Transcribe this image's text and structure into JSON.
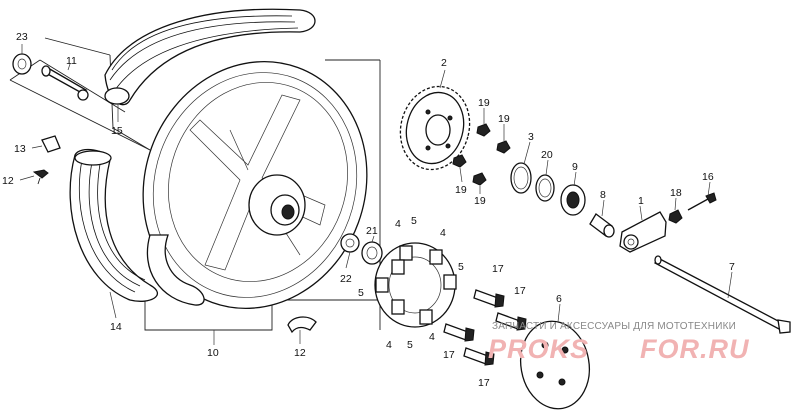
{
  "callouts": {
    "c1": "1",
    "c2": "2",
    "c3": "3",
    "c4a": "4",
    "c4b": "4",
    "c4c": "4",
    "c4d": "4",
    "c5a": "5",
    "c5b": "5",
    "c5c": "5",
    "c5d": "5",
    "c6": "6",
    "c7": "7",
    "c8": "8",
    "c9": "9",
    "c10": "10",
    "c11": "11",
    "c12a": "12",
    "c12b": "12",
    "c13": "13",
    "c14": "14",
    "c15": "15",
    "c16": "16",
    "c17a": "17",
    "c17b": "17",
    "c17c": "17",
    "c17d": "17",
    "c18": "18",
    "c19a": "19",
    "c19b": "19",
    "c19c": "19",
    "c19d": "19",
    "c20": "20",
    "c21": "21",
    "c22": "22",
    "c23": "23"
  },
  "watermark": {
    "caption": "ЗАПЧАСТИ И АКСЕССУАРЫ ДЛЯ МОТОТЕХНИКИ",
    "brand_left": "PROKS",
    "brand_right": "FOR.RU",
    "color": "#f1b3b3"
  }
}
